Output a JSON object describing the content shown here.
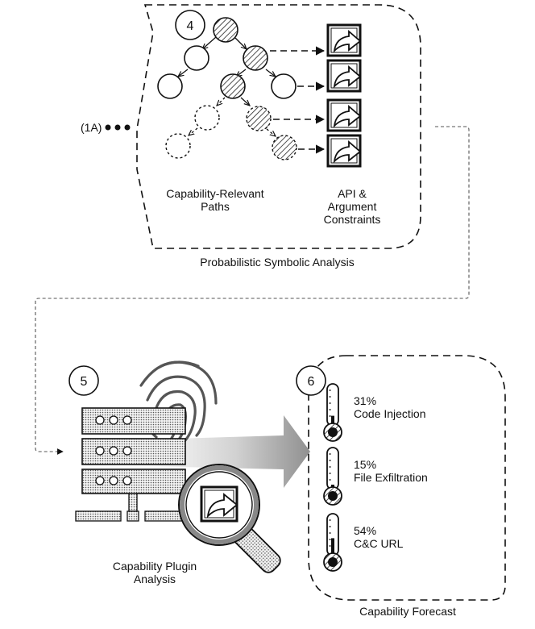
{
  "section_top": {
    "step_number": "4",
    "reference": "(1A)",
    "paths_label_line1": "Capability-Relevant",
    "paths_label_line2": "Paths",
    "api_label_line1": "API &",
    "api_label_line2": "Argument",
    "api_label_line3": "Constraints",
    "title": "Probabilistic Symbolic Analysis"
  },
  "section_left": {
    "step_number": "5",
    "title_line1": "Capability Plugin",
    "title_line2": "Analysis"
  },
  "section_right": {
    "step_number": "6",
    "title": "Capability Forecast",
    "forecasts": [
      {
        "percent": "31%",
        "label": "Code Injection",
        "value": 0.31
      },
      {
        "percent": "15%",
        "label": "File Exfiltration",
        "value": 0.15
      },
      {
        "percent": "54%",
        "label": "C&C URL",
        "value": 0.54
      }
    ]
  }
}
